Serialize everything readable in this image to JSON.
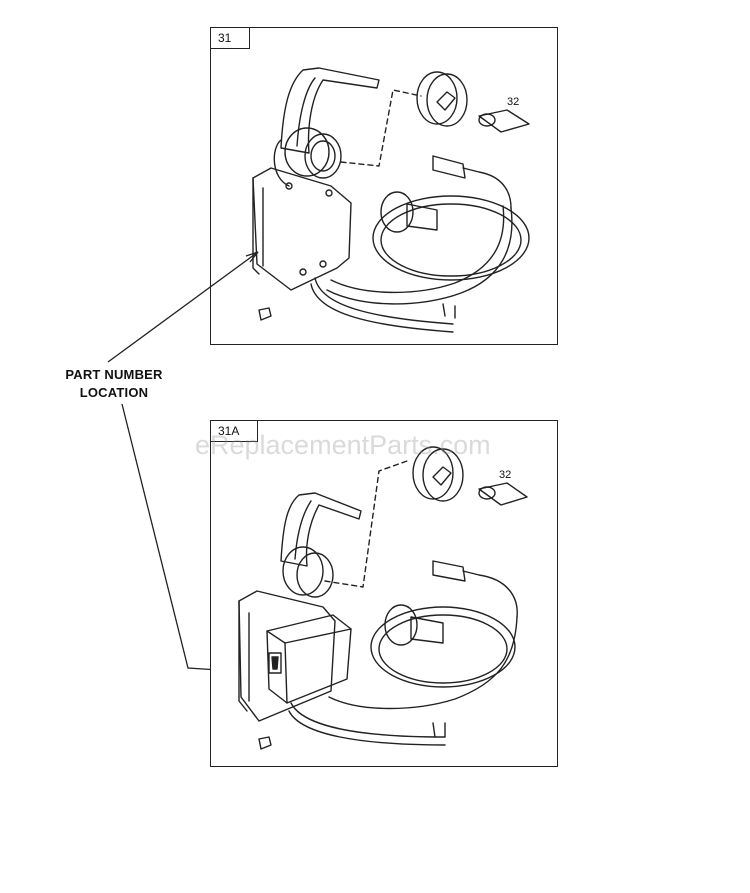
{
  "panels": [
    {
      "tag": "31",
      "part_label": "32"
    },
    {
      "tag": "31A",
      "part_label": "32"
    }
  ],
  "callout": {
    "line1": "PART NUMBER",
    "line2": "LOCATION"
  },
  "watermark": "eReplacementParts.com"
}
